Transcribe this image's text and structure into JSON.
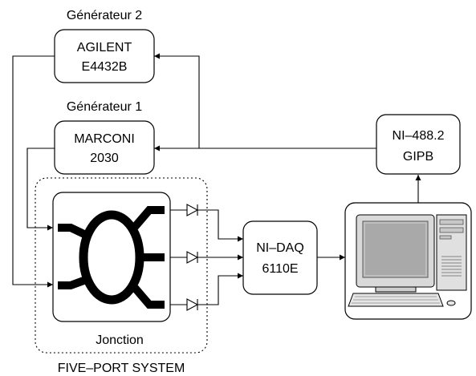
{
  "generator2": {
    "title": "Générateur 2",
    "line1": "AGILENT",
    "line2": "E4432B"
  },
  "generator1": {
    "title": "Générateur 1",
    "line1": "MARCONI",
    "line2": "2030"
  },
  "gpib": {
    "line1": "NI–488.2",
    "line2": "GIPB"
  },
  "daq": {
    "line1": "NI–DAQ",
    "line2": "6110E"
  },
  "junction": {
    "label": "Jonction"
  },
  "system": {
    "label": "FIVE–PORT SYSTEM"
  }
}
